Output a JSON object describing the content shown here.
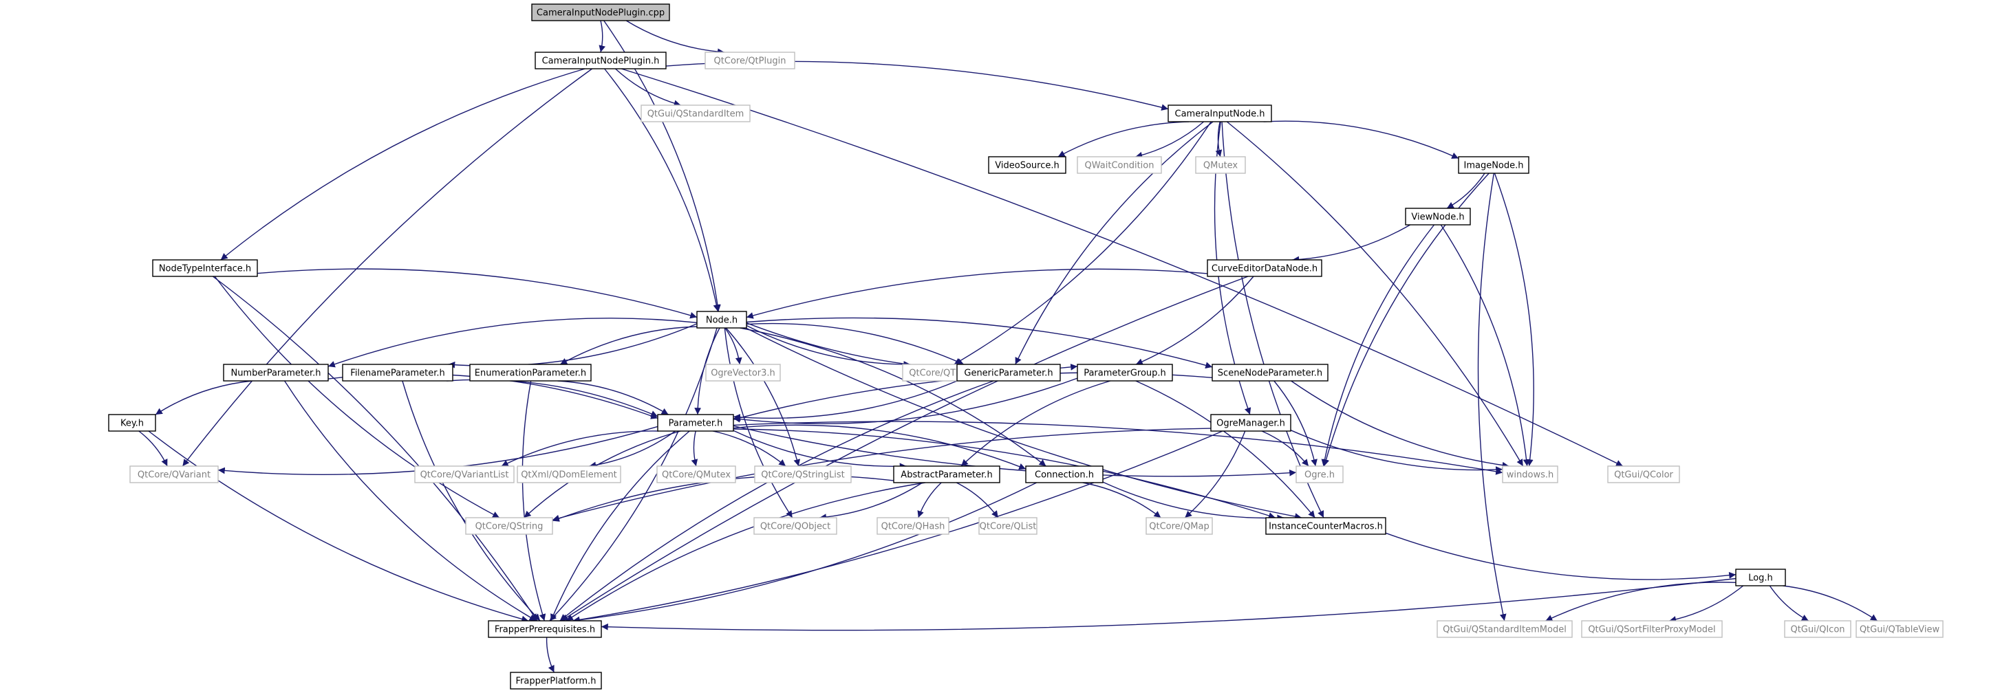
{
  "colors": {
    "edge": "#191970",
    "root_fill": "#bfbfbf",
    "header_border": "#000000",
    "external_border": "#bfbfbf",
    "external_text": "#7f7f7f",
    "header_text": "#000000"
  },
  "nodes": [
    {
      "id": "root",
      "label": "CameraInputNodePlugin.cpp",
      "kind": "root"
    },
    {
      "id": "plugin_h",
      "label": "CameraInputNodePlugin.h",
      "kind": "header"
    },
    {
      "id": "qtplugin",
      "label": "QtCore/QtPlugin",
      "kind": "external"
    },
    {
      "id": "qstditem",
      "label": "QtGui/QStandardItem",
      "kind": "external"
    },
    {
      "id": "camnode_h",
      "label": "CameraInputNode.h",
      "kind": "header"
    },
    {
      "id": "videosource",
      "label": "VideoSource.h",
      "kind": "header"
    },
    {
      "id": "qwaitcond",
      "label": "QWaitCondition",
      "kind": "external"
    },
    {
      "id": "qmutex1",
      "label": "QMutex",
      "kind": "external"
    },
    {
      "id": "imagenode",
      "label": "ImageNode.h",
      "kind": "header"
    },
    {
      "id": "viewnode",
      "label": "ViewNode.h",
      "kind": "header"
    },
    {
      "id": "curveeditor",
      "label": "CurveEditorDataNode.h",
      "kind": "header"
    },
    {
      "id": "nodetype",
      "label": "NodeTypeInterface.h",
      "kind": "header"
    },
    {
      "id": "node_h",
      "label": "Node.h",
      "kind": "header"
    },
    {
      "id": "numberparam",
      "label": "NumberParameter.h",
      "kind": "header"
    },
    {
      "id": "filenameparam",
      "label": "FilenameParameter.h",
      "kind": "header"
    },
    {
      "id": "enumparam",
      "label": "EnumerationParameter.h",
      "kind": "header"
    },
    {
      "id": "ogrevector3",
      "label": "OgreVector3.h",
      "kind": "external"
    },
    {
      "id": "qthread",
      "label": "QtCore/QThread",
      "kind": "external"
    },
    {
      "id": "genericparam",
      "label": "GenericParameter.h",
      "kind": "header"
    },
    {
      "id": "paramgroup",
      "label": "ParameterGroup.h",
      "kind": "header"
    },
    {
      "id": "scenenodeparam",
      "label": "SceneNodeParameter.h",
      "kind": "header"
    },
    {
      "id": "key_h",
      "label": "Key.h",
      "kind": "header"
    },
    {
      "id": "parameter_h",
      "label": "Parameter.h",
      "kind": "header"
    },
    {
      "id": "ogremanager",
      "label": "OgreManager.h",
      "kind": "header"
    },
    {
      "id": "qvariant",
      "label": "QtCore/QVariant",
      "kind": "external"
    },
    {
      "id": "qvariantlist",
      "label": "QtCore/QVariantList",
      "kind": "external"
    },
    {
      "id": "qdomelement",
      "label": "QtXml/QDomElement",
      "kind": "external"
    },
    {
      "id": "qmutex2",
      "label": "QtCore/QMutex",
      "kind": "external"
    },
    {
      "id": "qstringlist",
      "label": "QtCore/QStringList",
      "kind": "external"
    },
    {
      "id": "abstractparam",
      "label": "AbstractParameter.h",
      "kind": "header"
    },
    {
      "id": "connection",
      "label": "Connection.h",
      "kind": "header"
    },
    {
      "id": "ogre_h",
      "label": "Ogre.h",
      "kind": "external"
    },
    {
      "id": "windows_h",
      "label": "windows.h",
      "kind": "external"
    },
    {
      "id": "qcolor",
      "label": "QtGui/QColor",
      "kind": "external"
    },
    {
      "id": "qstring",
      "label": "QtCore/QString",
      "kind": "external"
    },
    {
      "id": "qobject",
      "label": "QtCore/QObject",
      "kind": "external"
    },
    {
      "id": "qhash",
      "label": "QtCore/QHash",
      "kind": "external"
    },
    {
      "id": "qlist",
      "label": "QtCore/QList",
      "kind": "external"
    },
    {
      "id": "qmap",
      "label": "QtCore/QMap",
      "kind": "external"
    },
    {
      "id": "instcounter",
      "label": "InstanceCounterMacros.h",
      "kind": "header"
    },
    {
      "id": "log_h",
      "label": "Log.h",
      "kind": "header"
    },
    {
      "id": "frapperprereq",
      "label": "FrapperPrerequisites.h",
      "kind": "header"
    },
    {
      "id": "frapperplatform",
      "label": "FrapperPlatform.h",
      "kind": "header"
    },
    {
      "id": "qstditemmodel",
      "label": "QtGui/QStandardItemModel",
      "kind": "external"
    },
    {
      "id": "qsortfilter",
      "label": "QtGui/QSortFilterProxyModel",
      "kind": "external"
    },
    {
      "id": "qicon",
      "label": "QtGui/QIcon",
      "kind": "external"
    },
    {
      "id": "qtableview",
      "label": "QtGui/QTableView",
      "kind": "external"
    }
  ],
  "edges": [
    [
      "root",
      "plugin_h"
    ],
    [
      "root",
      "qtplugin"
    ],
    [
      "root",
      "node_h"
    ],
    [
      "plugin_h",
      "qstditem"
    ],
    [
      "plugin_h",
      "camnode_h"
    ],
    [
      "plugin_h",
      "nodetype"
    ],
    [
      "plugin_h",
      "node_h"
    ],
    [
      "plugin_h",
      "qvariant"
    ],
    [
      "plugin_h",
      "qcolor"
    ],
    [
      "camnode_h",
      "videosource"
    ],
    [
      "camnode_h",
      "qwaitcond"
    ],
    [
      "camnode_h",
      "qmutex1"
    ],
    [
      "camnode_h",
      "imagenode"
    ],
    [
      "camnode_h",
      "genericparam"
    ],
    [
      "camnode_h",
      "qthread"
    ],
    [
      "camnode_h",
      "ogremanager"
    ],
    [
      "camnode_h",
      "windows_h"
    ],
    [
      "camnode_h",
      "instcounter"
    ],
    [
      "imagenode",
      "viewnode"
    ],
    [
      "imagenode",
      "ogre_h"
    ],
    [
      "imagenode",
      "windows_h"
    ],
    [
      "imagenode",
      "qstditemmodel"
    ],
    [
      "viewnode",
      "curveeditor"
    ],
    [
      "viewnode",
      "ogre_h"
    ],
    [
      "viewnode",
      "windows_h"
    ],
    [
      "curveeditor",
      "node_h"
    ],
    [
      "curveeditor",
      "paramgroup"
    ],
    [
      "curveeditor",
      "frapperprereq"
    ],
    [
      "nodetype",
      "node_h"
    ],
    [
      "nodetype",
      "qstring"
    ],
    [
      "nodetype",
      "frapperprereq"
    ],
    [
      "node_h",
      "numberparam"
    ],
    [
      "node_h",
      "filenameparam"
    ],
    [
      "node_h",
      "enumparam"
    ],
    [
      "node_h",
      "ogrevector3"
    ],
    [
      "node_h",
      "qthread"
    ],
    [
      "node_h",
      "genericparam"
    ],
    [
      "node_h",
      "paramgroup"
    ],
    [
      "node_h",
      "scenenodeparam"
    ],
    [
      "node_h",
      "parameter_h"
    ],
    [
      "node_h",
      "qstringlist"
    ],
    [
      "node_h",
      "qobject"
    ],
    [
      "node_h",
      "connection"
    ],
    [
      "node_h",
      "instcounter"
    ],
    [
      "node_h",
      "frapperprereq"
    ],
    [
      "numberparam",
      "key_h"
    ],
    [
      "numberparam",
      "parameter_h"
    ],
    [
      "numberparam",
      "frapperprereq"
    ],
    [
      "filenameparam",
      "parameter_h"
    ],
    [
      "filenameparam",
      "frapperprereq"
    ],
    [
      "enumparam",
      "parameter_h"
    ],
    [
      "enumparam",
      "frapperprereq"
    ],
    [
      "genericparam",
      "parameter_h"
    ],
    [
      "genericparam",
      "frapperprereq"
    ],
    [
      "paramgroup",
      "parameter_h"
    ],
    [
      "paramgroup",
      "abstractparam"
    ],
    [
      "paramgroup",
      "instcounter"
    ],
    [
      "scenenodeparam",
      "parameter_h"
    ],
    [
      "scenenodeparam",
      "ogre_h"
    ],
    [
      "scenenodeparam",
      "windows_h"
    ],
    [
      "key_h",
      "qvariant"
    ],
    [
      "key_h",
      "frapperprereq"
    ],
    [
      "parameter_h",
      "qvariant"
    ],
    [
      "parameter_h",
      "qvariantlist"
    ],
    [
      "parameter_h",
      "qdomelement"
    ],
    [
      "parameter_h",
      "qmutex2"
    ],
    [
      "parameter_h",
      "qstringlist"
    ],
    [
      "parameter_h",
      "abstractparam"
    ],
    [
      "parameter_h",
      "connection"
    ],
    [
      "parameter_h",
      "ogre_h"
    ],
    [
      "parameter_h",
      "windows_h"
    ],
    [
      "parameter_h",
      "qstring"
    ],
    [
      "parameter_h",
      "instcounter"
    ],
    [
      "parameter_h",
      "frapperprereq"
    ],
    [
      "ogremanager",
      "ogre_h"
    ],
    [
      "ogremanager",
      "windows_h"
    ],
    [
      "ogremanager",
      "qmap"
    ],
    [
      "ogremanager",
      "qstring"
    ],
    [
      "ogremanager",
      "frapperprereq"
    ],
    [
      "abstractparam",
      "qstring"
    ],
    [
      "abstractparam",
      "qobject"
    ],
    [
      "abstractparam",
      "qhash"
    ],
    [
      "abstractparam",
      "qlist"
    ],
    [
      "abstractparam",
      "frapperprereq"
    ],
    [
      "connection",
      "qmap"
    ],
    [
      "connection",
      "instcounter"
    ],
    [
      "connection",
      "frapperprereq"
    ],
    [
      "instcounter",
      "log_h"
    ],
    [
      "log_h",
      "frapperprereq"
    ],
    [
      "log_h",
      "qstditemmodel"
    ],
    [
      "log_h",
      "qsortfilter"
    ],
    [
      "log_h",
      "qicon"
    ],
    [
      "log_h",
      "qtableview"
    ],
    [
      "frapperprereq",
      "frapperplatform"
    ]
  ]
}
